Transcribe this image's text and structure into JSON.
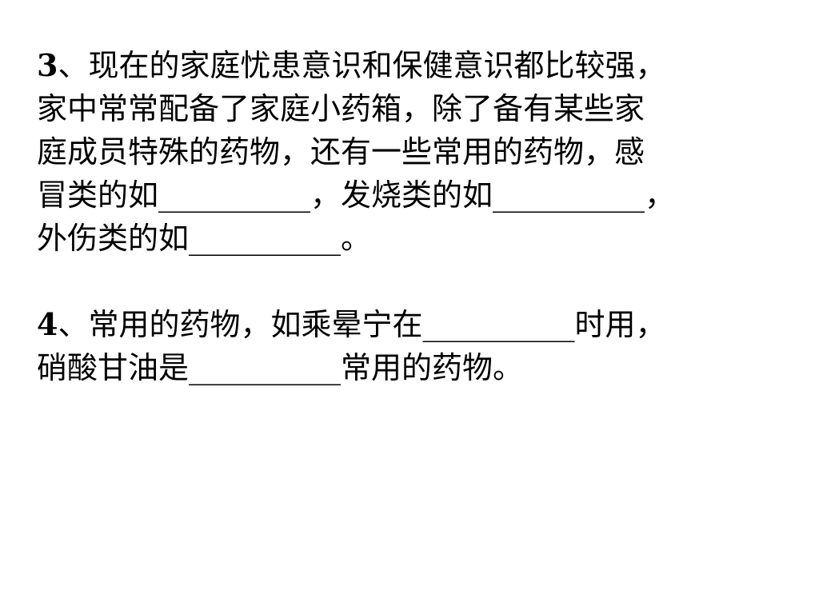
{
  "questions": [
    {
      "number": "3",
      "lines": [
        "、现在的家庭忧患意识和保健意识都比较强，",
        "家中常常配备了家庭小药箱，除了备有某些家",
        "庭成员特殊的药物，还有一些常用的药物，感",
        "冒类的如__________，发烧类的如__________，",
        "外伤类的如__________。"
      ]
    },
    {
      "number": "4",
      "lines": [
        "、常用的药物，如乘晕宁在__________时用，",
        "硝酸甘油是__________常用的药物。"
      ]
    }
  ]
}
